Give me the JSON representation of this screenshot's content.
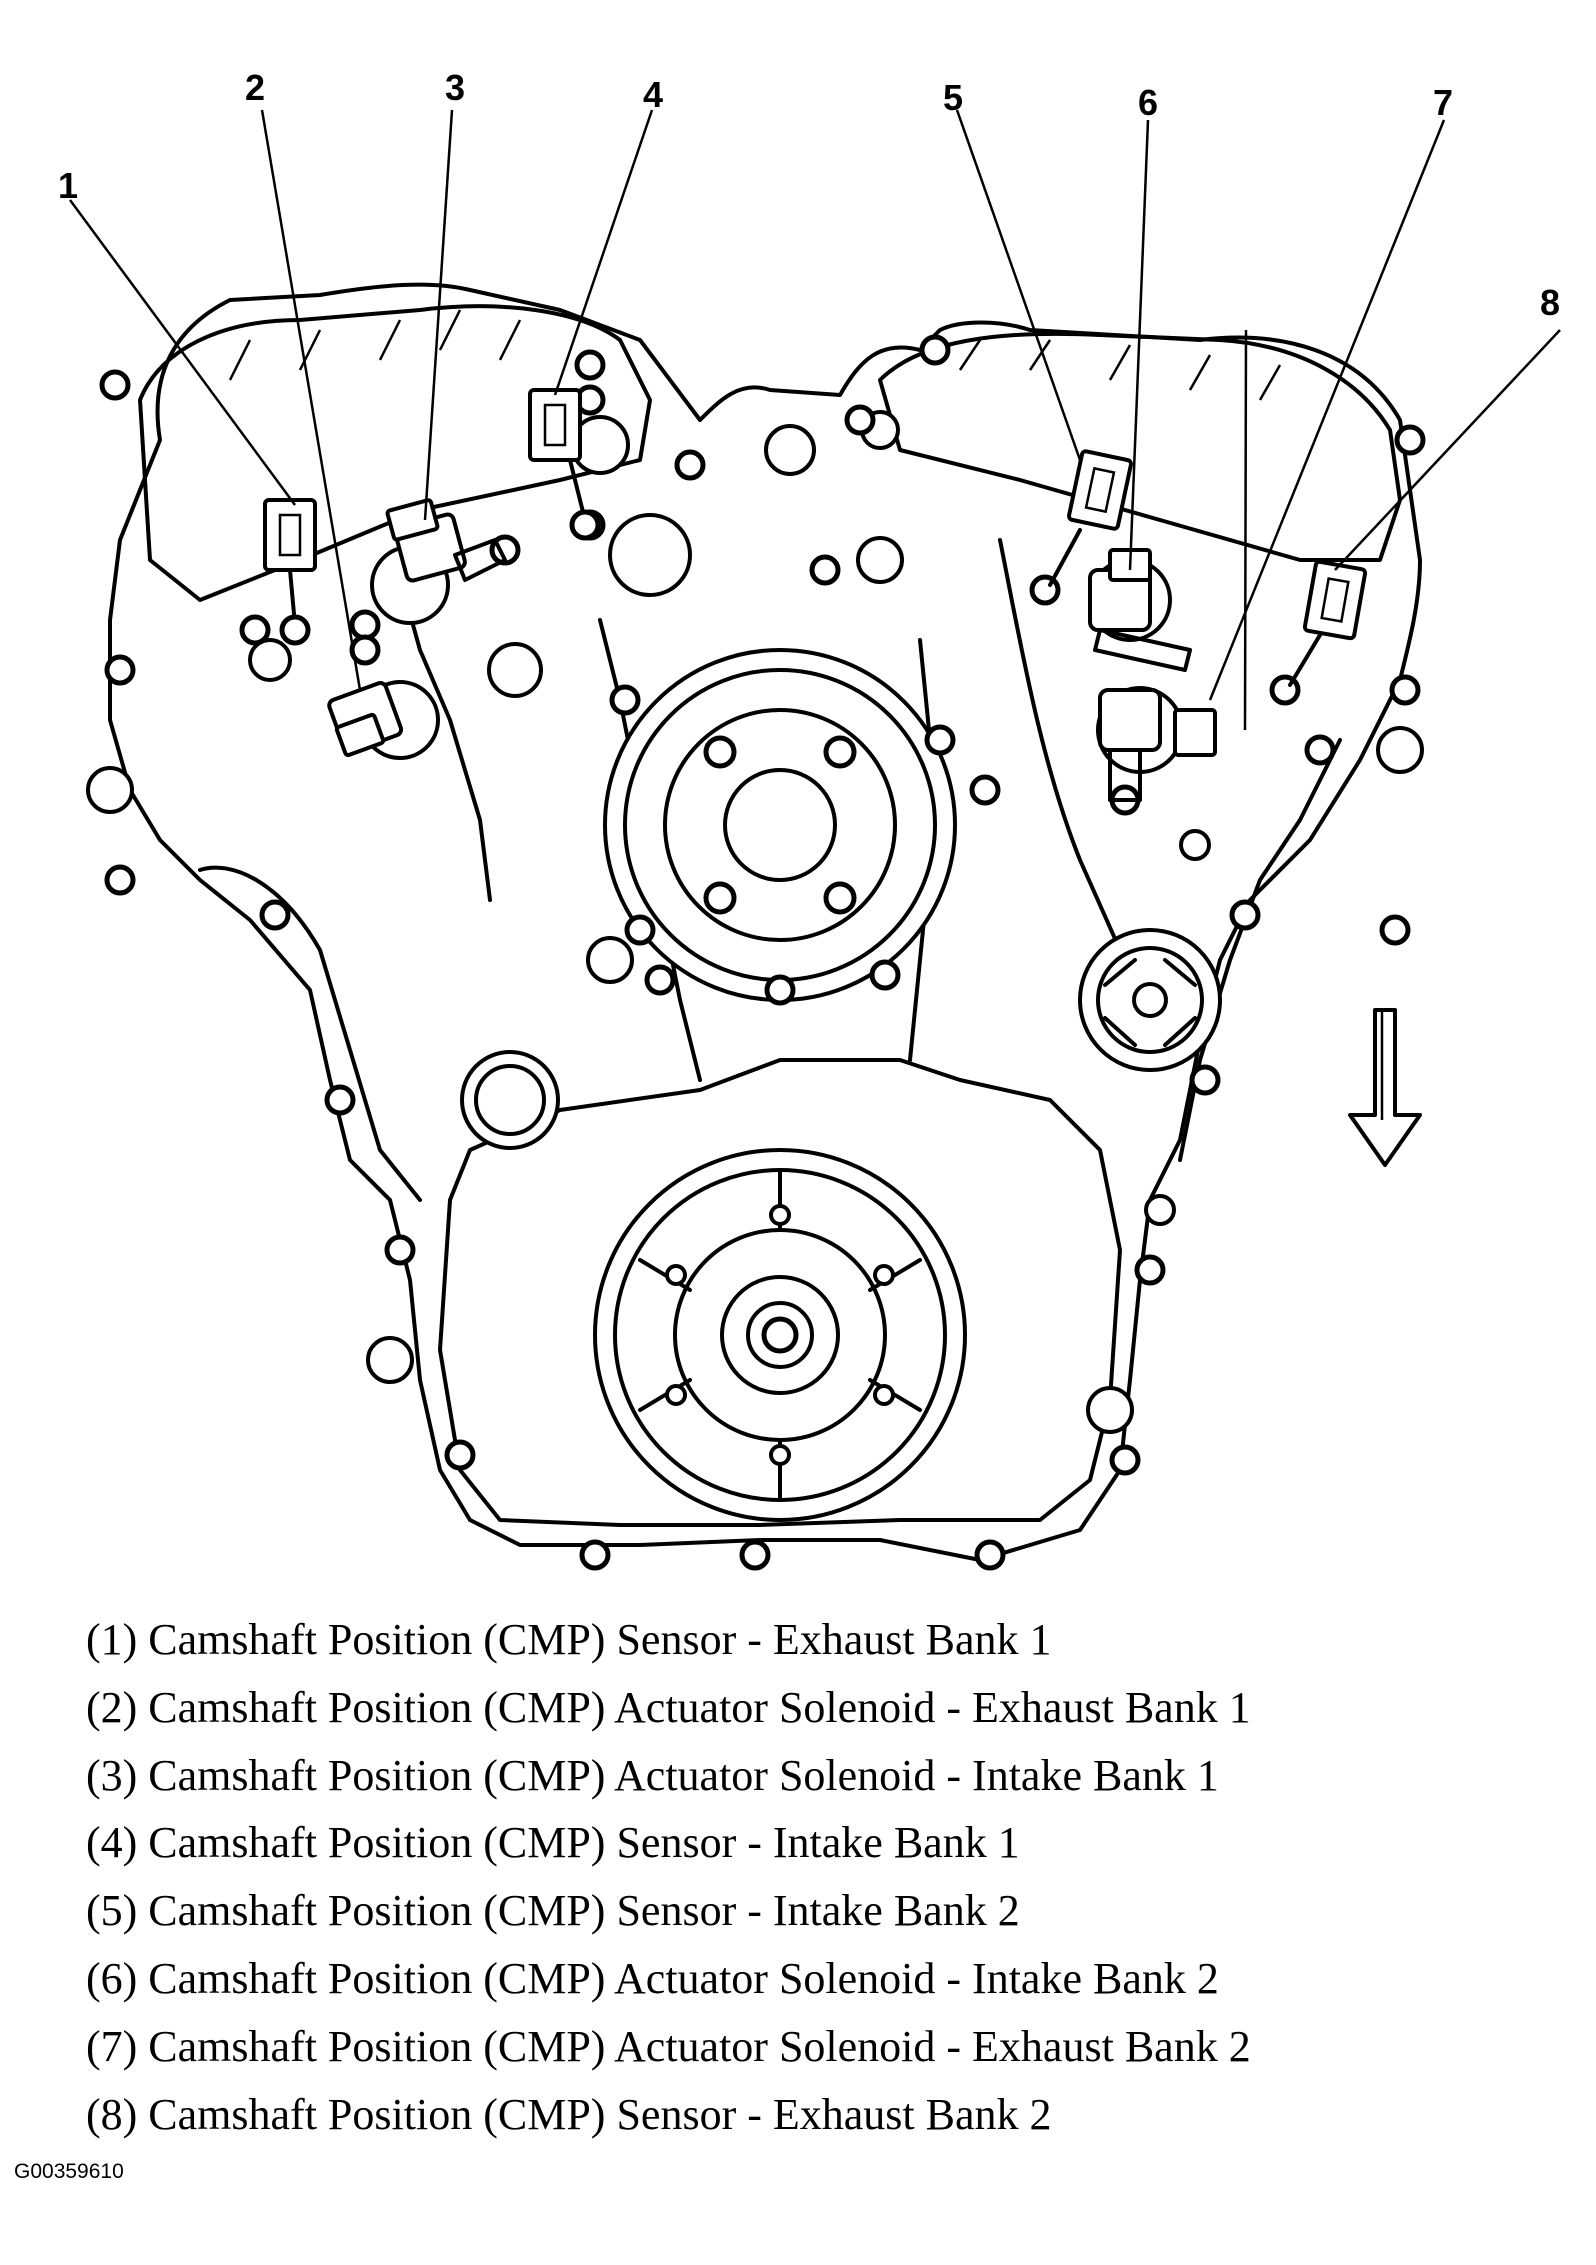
{
  "callouts": [
    {
      "label": "1",
      "name": "CMP Sensor - Exhaust Bank 1"
    },
    {
      "label": "2",
      "name": "CMP Actuator Solenoid - Exhaust Bank 1"
    },
    {
      "label": "3",
      "name": "CMP Actuator Solenoid - Intake Bank 1"
    },
    {
      "label": "4",
      "name": "CMP Sensor - Intake Bank 1"
    },
    {
      "label": "5",
      "name": "CMP Sensor - Intake Bank 2"
    },
    {
      "label": "6",
      "name": "CMP Actuator Solenoid - Intake Bank 2"
    },
    {
      "label": "7",
      "name": "CMP Actuator Solenoid - Exhaust Bank 2"
    },
    {
      "label": "8",
      "name": "CMP Sensor - Exhaust Bank 2"
    }
  ],
  "legend": [
    "(1) Camshaft Position (CMP) Sensor - Exhaust Bank 1",
    "(2) Camshaft Position (CMP) Actuator Solenoid - Exhaust Bank 1",
    "(3) Camshaft Position (CMP) Actuator Solenoid - Intake Bank 1",
    "(4) Camshaft Position (CMP) Sensor - Intake Bank 1",
    "(5) Camshaft Position (CMP) Sensor - Intake Bank 2",
    "(6) Camshaft Position (CMP) Actuator Solenoid - Intake Bank 2",
    "(7) Camshaft Position (CMP) Actuator Solenoid - Exhaust Bank 2",
    "(8) Camshaft Position (CMP) Sensor - Exhaust Bank 2"
  ],
  "figure_id": "G00359610",
  "icons": {
    "front_arrow": "down-arrow-icon"
  }
}
